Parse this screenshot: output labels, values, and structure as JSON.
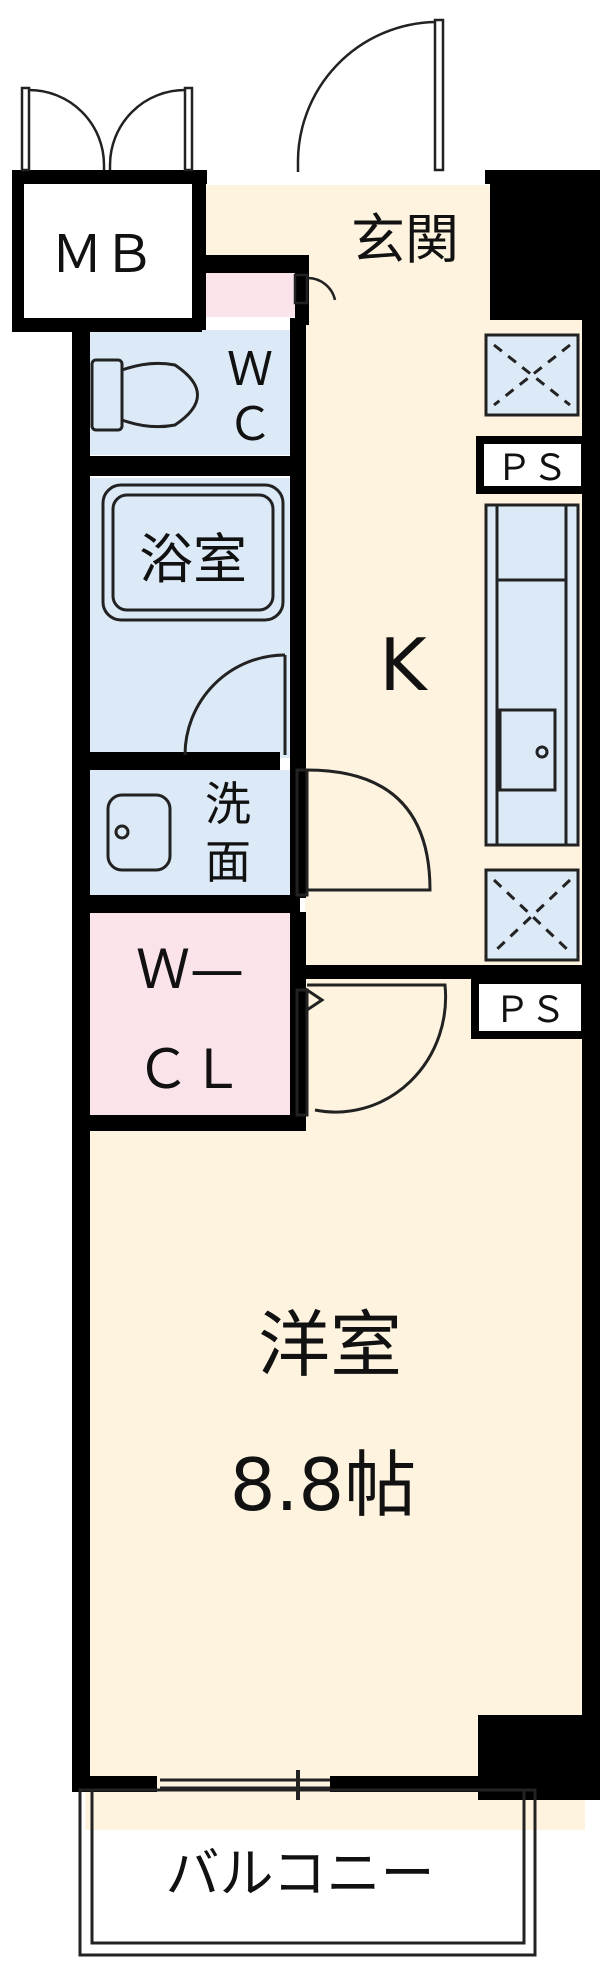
{
  "rooms": {
    "mb": "ＭＢ",
    "entrance": "玄関",
    "wc_top": "Ｗ",
    "wc_bottom": "Ｃ",
    "bath": "浴室",
    "kitchen": "K",
    "ps_upper": "ＰＳ",
    "ps_lower": "ＰＳ",
    "washroom_top": "洗",
    "washroom_bottom": "面",
    "wcl_top": "Ｗ—",
    "wcl_bottom": "ＣＬ",
    "western_room": "洋室",
    "western_room_size": "8.8帖",
    "balcony": "バルコニー"
  },
  "colors": {
    "wall": "#000000",
    "living_floor": "#fdf3df",
    "wet_area": "#dce9f6",
    "closet": "#fbe3ea",
    "line": "#222222"
  }
}
